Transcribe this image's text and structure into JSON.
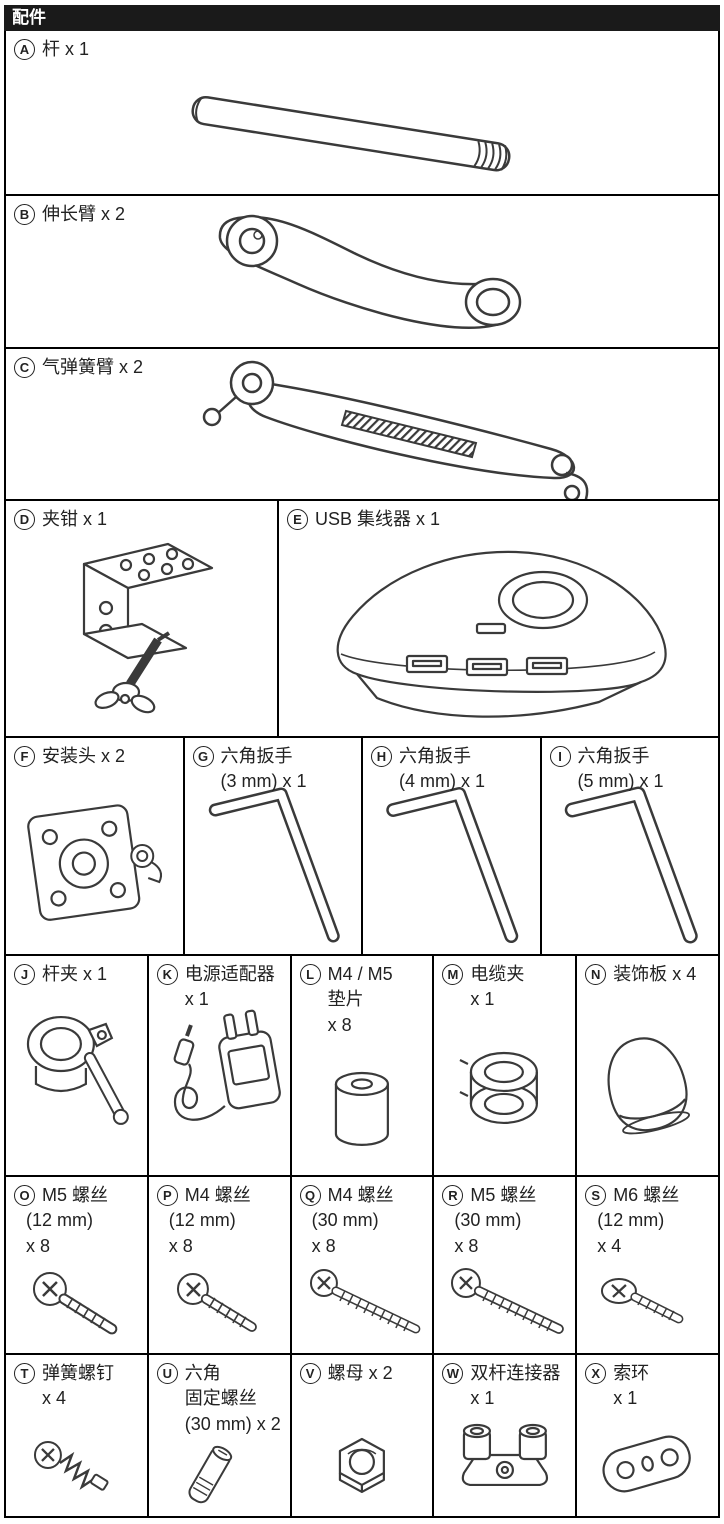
{
  "header": {
    "title": "配件"
  },
  "colors": {
    "header_bg": "#1a1a1a",
    "header_text": "#ffffff",
    "border": "#000000",
    "line_art": "#3a3a3a"
  },
  "parts": {
    "A": {
      "letter": "A",
      "lines": [
        "杆 x 1"
      ],
      "icon": "pole-drawing"
    },
    "B": {
      "letter": "B",
      "lines": [
        "伸长臂 x 2"
      ],
      "icon": "extension-arm-drawing"
    },
    "C": {
      "letter": "C",
      "lines": [
        "气弹簧臂 x 2"
      ],
      "icon": "gas-spring-arm-drawing"
    },
    "D": {
      "letter": "D",
      "lines": [
        "夹钳 x 1"
      ],
      "icon": "desk-clamp-drawing"
    },
    "E": {
      "letter": "E",
      "lines": [
        "USB 集线器 x 1"
      ],
      "icon": "usb-hub-drawing"
    },
    "F": {
      "letter": "F",
      "lines": [
        "安装头 x 2"
      ],
      "icon": "vesa-mount-drawing"
    },
    "G": {
      "letter": "G",
      "lines": [
        "六角扳手",
        "(3 mm) x 1"
      ],
      "icon": "hex-wrench-drawing"
    },
    "H": {
      "letter": "H",
      "lines": [
        "六角扳手",
        "(4 mm) x 1"
      ],
      "icon": "hex-wrench-drawing"
    },
    "I": {
      "letter": "I",
      "lines": [
        "六角扳手",
        "(5 mm) x 1"
      ],
      "icon": "hex-wrench-drawing"
    },
    "J": {
      "letter": "J",
      "lines": [
        "杆夹 x 1"
      ],
      "icon": "pole-clamp-drawing"
    },
    "K": {
      "letter": "K",
      "lines": [
        "电源适配器",
        "x 1"
      ],
      "icon": "power-adapter-drawing"
    },
    "L": {
      "letter": "L",
      "lines": [
        "M4 / M5",
        "垫片",
        "x 8"
      ],
      "icon": "spacer-drawing"
    },
    "M": {
      "letter": "M",
      "lines": [
        "电缆夹",
        "x 1"
      ],
      "icon": "cable-clip-drawing"
    },
    "N": {
      "letter": "N",
      "lines": [
        "装饰板 x 4"
      ],
      "icon": "decorative-plate-drawing"
    },
    "O": {
      "letter": "O",
      "lines": [
        "M5 螺丝",
        "(12 mm)",
        "x 8"
      ],
      "icon": "screw-short-drawing"
    },
    "P": {
      "letter": "P",
      "lines": [
        "M4 螺丝",
        "(12 mm)",
        "x 8"
      ],
      "icon": "screw-short-drawing"
    },
    "Q": {
      "letter": "Q",
      "lines": [
        "M4 螺丝",
        "(30 mm)",
        "x 8"
      ],
      "icon": "screw-long-drawing"
    },
    "R": {
      "letter": "R",
      "lines": [
        "M5 螺丝",
        "(30 mm)",
        "x 8"
      ],
      "icon": "screw-long-drawing"
    },
    "S": {
      "letter": "S",
      "lines": [
        "M6 螺丝",
        "(12 mm)",
        "x 4"
      ],
      "icon": "flat-screw-drawing"
    },
    "T": {
      "letter": "T",
      "lines": [
        "弹簧螺钉",
        "x 4"
      ],
      "icon": "spring-screw-drawing"
    },
    "U": {
      "letter": "U",
      "lines": [
        "六角",
        "固定螺丝",
        "(30 mm) x 2"
      ],
      "icon": "set-screw-drawing"
    },
    "V": {
      "letter": "V",
      "lines": [
        "螺母 x 2"
      ],
      "icon": "nut-drawing"
    },
    "W": {
      "letter": "W",
      "lines": [
        "双杆连接器",
        "x 1"
      ],
      "icon": "dual-pole-connector-drawing"
    },
    "X": {
      "letter": "X",
      "lines": [
        "索环",
        "x 1"
      ],
      "icon": "grommet-drawing"
    }
  }
}
